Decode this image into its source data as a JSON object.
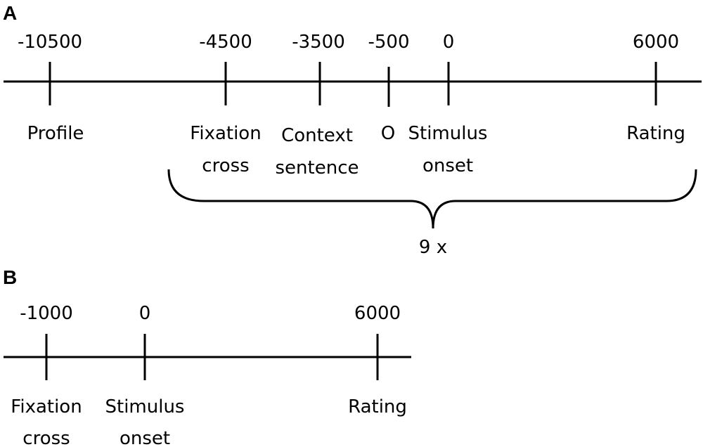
{
  "panels": {
    "a": {
      "label": "A",
      "ticks": [
        {
          "value": "-10500",
          "event": [
            "Profile"
          ]
        },
        {
          "value": "-4500",
          "event": [
            "Fixation",
            "cross"
          ]
        },
        {
          "value": "-3500",
          "event": [
            "Context",
            "sentence"
          ]
        },
        {
          "value": "-500",
          "event": [
            "O"
          ]
        },
        {
          "value": "0",
          "event": [
            "Stimulus",
            "onset"
          ]
        },
        {
          "value": "6000",
          "event": [
            "Rating"
          ]
        }
      ],
      "repeat_label": "9 x"
    },
    "b": {
      "label": "B",
      "ticks": [
        {
          "value": "-1000",
          "event": [
            "Fixation",
            "cross"
          ]
        },
        {
          "value": "0",
          "event": [
            "Stimulus",
            "onset"
          ]
        },
        {
          "value": "6000",
          "event": [
            "Rating"
          ]
        }
      ]
    }
  }
}
